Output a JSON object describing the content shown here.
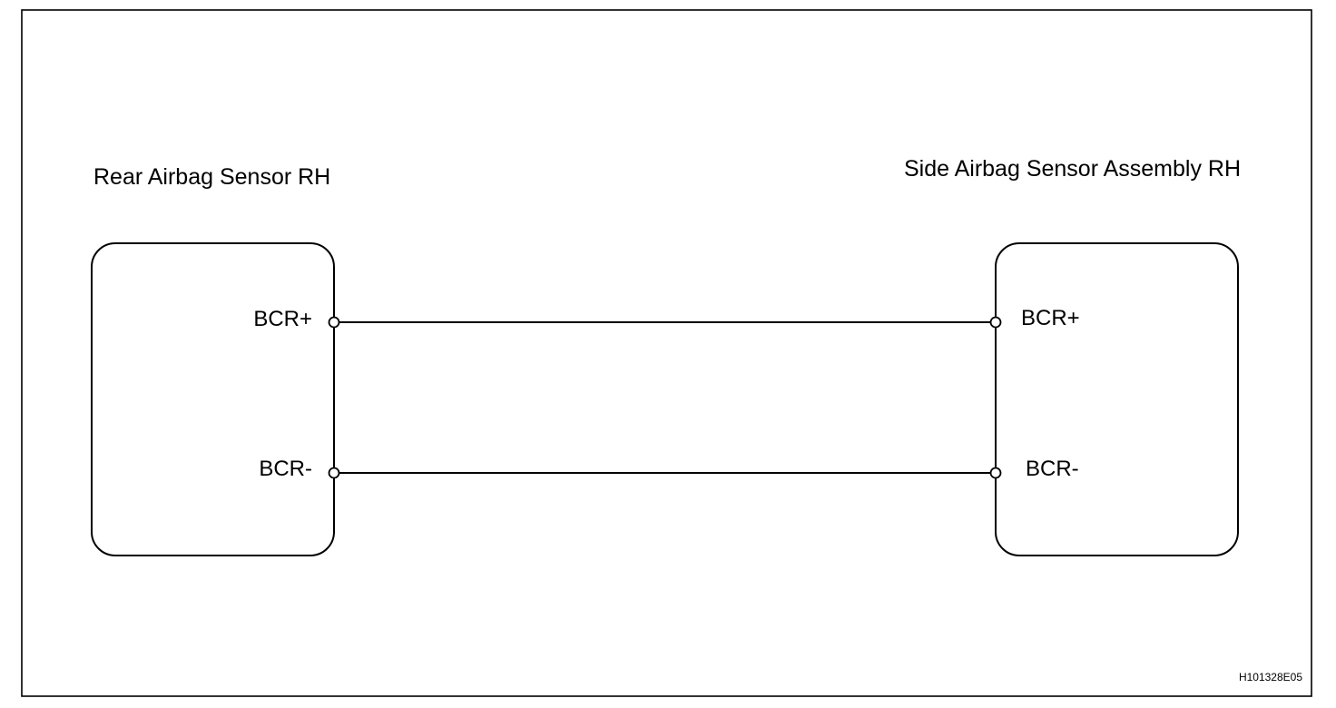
{
  "diagram": {
    "left_component": {
      "name": "Rear Airbag Sensor RH",
      "pins": [
        "BCR+",
        "BCR-"
      ]
    },
    "right_component": {
      "name": "Side Airbag Sensor Assembly RH",
      "pins": [
        "BCR+",
        "BCR-"
      ]
    },
    "connections": [
      {
        "from": "BCR+",
        "to": "BCR+"
      },
      {
        "from": "BCR-",
        "to": "BCR-"
      }
    ],
    "figure_code": "H101328E05"
  }
}
